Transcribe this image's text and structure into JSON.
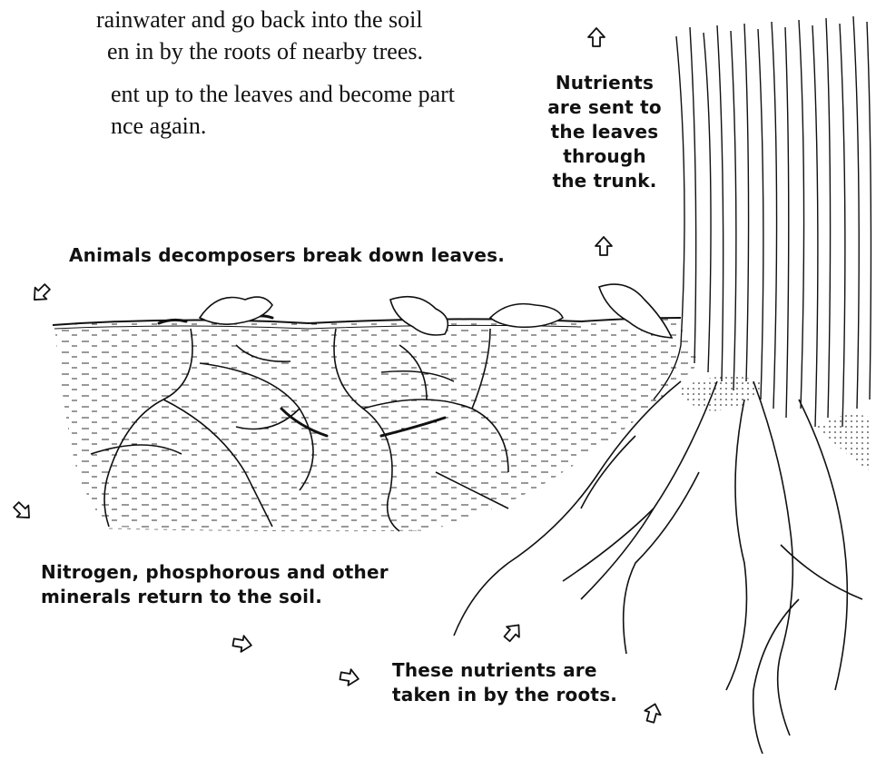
{
  "intro": {
    "line1": "rainwater and go back into the soil",
    "line2": "en in by the roots of nearby trees.",
    "line3": "ent up to the leaves and become part",
    "line4": "nce again."
  },
  "labels": {
    "trunk_lines": [
      "Nutrients",
      "are sent to",
      "the  leaves",
      "through",
      "the trunk."
    ],
    "decomposers": "Animals decomposers break down leaves.",
    "minerals_lines": [
      "Nitrogen, phosphorous and other",
      "minerals return to the soil."
    ],
    "roots_lines": [
      "These nutrients are",
      "taken in by the roots."
    ]
  },
  "icons": {
    "arrow_shape": "hollow-arrow-icon",
    "ink_color": "#111111"
  }
}
